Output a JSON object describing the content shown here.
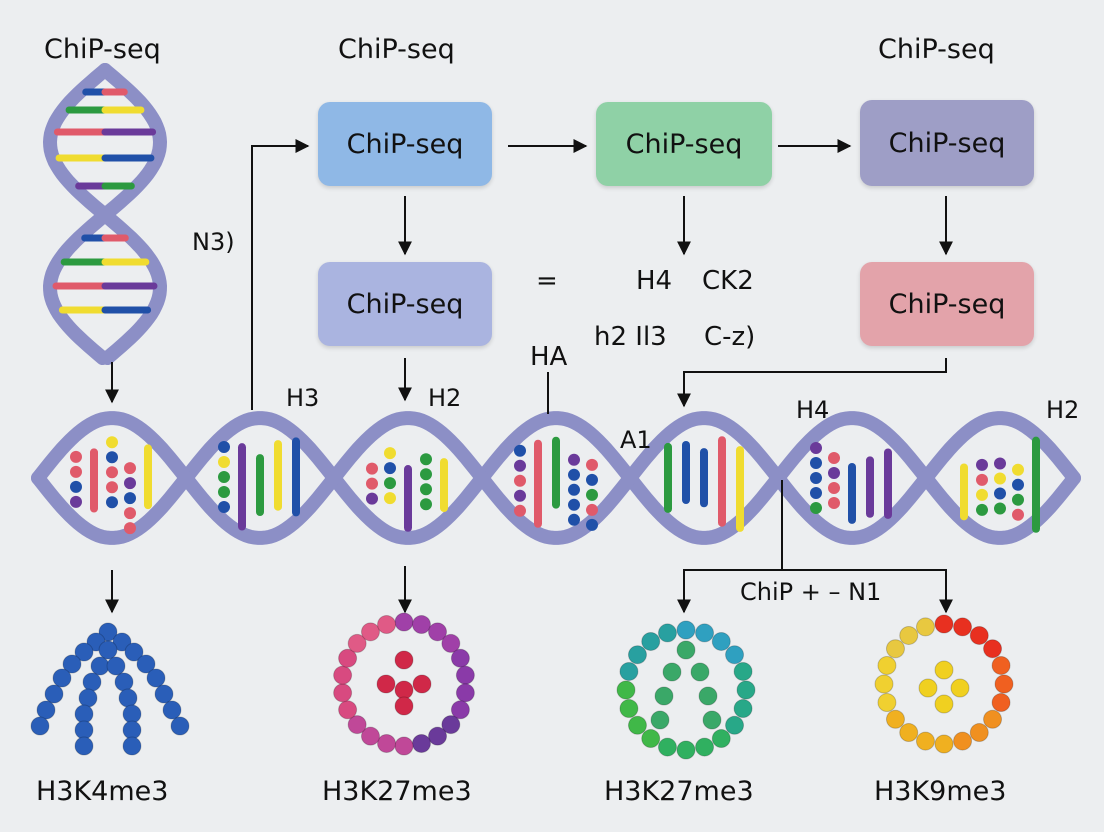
{
  "titles": {
    "top_left": "ChiP-seq",
    "top_center": "ChiP-seq",
    "top_right": "ChiP-seq"
  },
  "boxes": [
    {
      "id": "box-blue",
      "label": "ChiP-seq",
      "color": "#8fb8e6"
    },
    {
      "id": "box-green",
      "label": "ChiP-seq",
      "color": "#8fd1a6"
    },
    {
      "id": "box-purple",
      "label": "ChiP-seq",
      "color": "#9e9ec6"
    },
    {
      "id": "box-lavender",
      "label": "ChiP-seq",
      "color": "#aab4e0"
    },
    {
      "id": "box-pink",
      "label": "ChiP-seq",
      "color": "#e3a3aa"
    }
  ],
  "labels": {
    "n3": "N3)",
    "equals": "=",
    "h4_mid": "H4",
    "ck2": "CK2",
    "h2_mid": "h2 Il3",
    "cz": "C-z)",
    "ha": "HA",
    "h3": "H3",
    "h2": "H2",
    "a1": "A1",
    "h4": "H4",
    "h2_right": "H2",
    "chip_n1": "ChiP + – N1"
  },
  "bottom_labels": {
    "m1": "H3K4me3",
    "m2": "H3K27me3",
    "m3": "H3K27me3",
    "m4": "H3K9me3"
  },
  "colors": {
    "helix_strand": "#8c8fc6",
    "rung_blue": "#2050a8",
    "rung_green": "#2c9a40",
    "rung_red": "#e05a6a",
    "rung_yellow": "#f0dc30",
    "rung_purple": "#6a3a9a"
  },
  "icons": [
    "arrow-icon"
  ]
}
